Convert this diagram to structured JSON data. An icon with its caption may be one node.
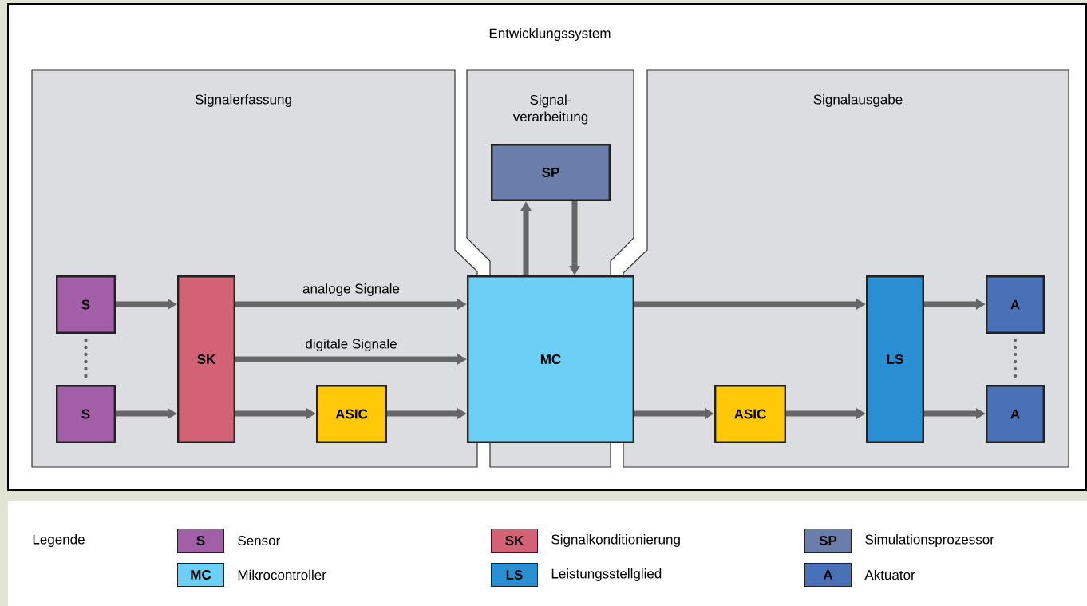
{
  "diagram": {
    "nodes": [
      {
        "text": [
          "Entwicklungssystem"
        ]
      },
      {
        "text": [
          "Signalerfassung"
        ],
        "in": 0
      },
      {
        "text": [
          "Signal- verarbeitung"
        ],
        "in": 0
      },
      {
        "text": [
          "Signalausgabe"
        ],
        "in": 0
      },
      {
        "text": [
          "S"
        ],
        "in": 1
      },
      {
        "text": [
          "S"
        ],
        "in": 1
      },
      {
        "text": [
          "SK"
        ],
        "in": 1
      },
      {
        "text": [
          "ASIC"
        ],
        "in": 1
      },
      {
        "text": [
          "MC"
        ],
        "in": 2
      },
      {
        "text": [
          "SP"
        ],
        "in": 2
      },
      {
        "text": [
          "ASIC"
        ],
        "in": 3
      },
      {
        "text": [
          "LS"
        ],
        "in": 3
      },
      {
        "text": [
          "A"
        ],
        "in": 3
      },
      {
        "text": [
          "A"
        ],
        "in": 3
      }
    ],
    "edges": [
      {
        "from": 4,
        "to": 6,
        "arrow": "to"
      },
      {
        "from": 5,
        "to": 6,
        "arrow": "to"
      },
      {
        "from": 6,
        "to": 8,
        "arrow": "to",
        "label": "analoge Signale"
      },
      {
        "from": 6,
        "to": 8,
        "arrow": "to",
        "label": "digitale Signale"
      },
      {
        "from": 6,
        "to": 7,
        "arrow": "to"
      },
      {
        "from": 7,
        "to": 8,
        "arrow": "to"
      },
      {
        "from": 8,
        "to": 9,
        "arrow": "to"
      },
      {
        "from": 9,
        "to": 8,
        "arrow": "to"
      },
      {
        "from": 8,
        "to": 11,
        "arrow": "to"
      },
      {
        "from": 8,
        "to": 10,
        "arrow": "to"
      },
      {
        "from": 10,
        "to": 11,
        "arrow": "to"
      },
      {
        "from": 11,
        "to": 12,
        "arrow": "to"
      },
      {
        "from": 11,
        "to": 13,
        "arrow": "to"
      },
      {
        "from": 4,
        "to": 5,
        "arrow": "none",
        "style": "dashed"
      },
      {
        "from": 12,
        "to": 13,
        "arrow": "none",
        "style": "dashed"
      }
    ],
    "labels": [
      "Legende",
      "S",
      "SK",
      "SP",
      "MC",
      "LS",
      "A"
    ],
    "legend": [
      {
        "text": "Sensor",
        "color": "#a35ea8"
      },
      {
        "text": "Signalkonditionierung",
        "color": "#d36277"
      },
      {
        "text": "Simulationsprozessor",
        "color": "#6b7dab"
      },
      {
        "text": "Mikrocontroller",
        "color": "#6ccff5"
      },
      {
        "text": "Leistungsstellglied",
        "color": "#2a8fd2"
      },
      {
        "text": "Aktuator",
        "color": "#4971b8"
      }
    ]
  }
}
